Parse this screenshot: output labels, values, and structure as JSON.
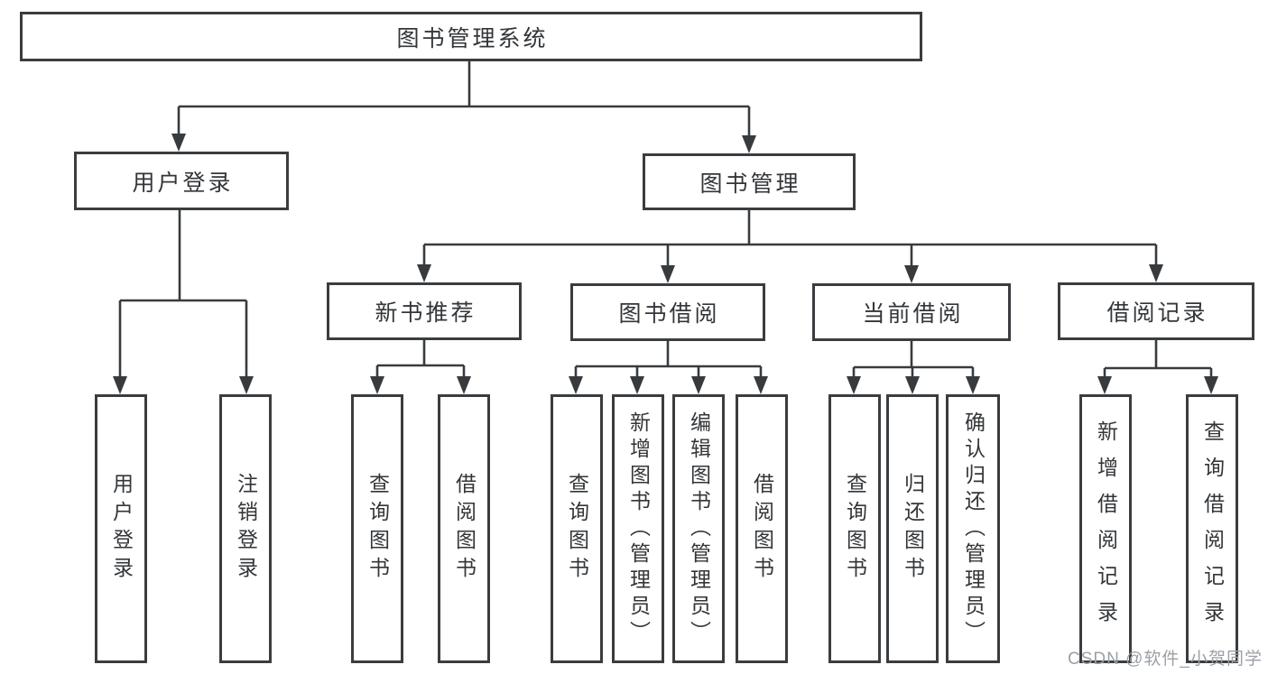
{
  "watermark": {
    "text": "CSDN @软件_小贺同学"
  },
  "colors": {
    "line": "#383b3e",
    "text": "#333639",
    "background": "#ffffff",
    "watermark": "#9ba0a6"
  },
  "tree": {
    "root": {
      "label": "图书管理系统"
    },
    "level2": [
      {
        "id": "user-login",
        "label": "用户登录",
        "parent": "图书管理系统"
      },
      {
        "id": "book-management",
        "label": "图书管理",
        "parent": "图书管理系统"
      }
    ],
    "level3": [
      {
        "id": "new-book-recommend",
        "label": "新书推荐",
        "parent": "图书管理"
      },
      {
        "id": "book-borrowing",
        "label": "图书借阅",
        "parent": "图书管理"
      },
      {
        "id": "current-borrowing",
        "label": "当前借阅",
        "parent": "图书管理"
      },
      {
        "id": "borrowing-records",
        "label": "借阅记录",
        "parent": "图书管理"
      }
    ],
    "leaves": [
      {
        "id": "leaf-user-login",
        "label": "用户登录",
        "parent": "用户登录"
      },
      {
        "id": "leaf-logout",
        "label": "注销登录",
        "parent": "用户登录"
      },
      {
        "id": "leaf-query-books-recommend",
        "label": "查询图书",
        "parent": "新书推荐"
      },
      {
        "id": "leaf-borrow-books-recommend",
        "label": "借阅图书",
        "parent": "新书推荐"
      },
      {
        "id": "leaf-query-books-borrowing",
        "label": "查询图书",
        "parent": "图书借阅"
      },
      {
        "id": "leaf-add-books-admin",
        "label": "新增图书（管理员）",
        "parent": "图书借阅"
      },
      {
        "id": "leaf-edit-books-admin",
        "label": "编辑图书（管理员）",
        "parent": "图书借阅"
      },
      {
        "id": "leaf-borrow-books-borrowing",
        "label": "借阅图书",
        "parent": "图书借阅"
      },
      {
        "id": "leaf-query-books-current",
        "label": "查询图书",
        "parent": "当前借阅"
      },
      {
        "id": "leaf-return-books",
        "label": "归还图书",
        "parent": "当前借阅"
      },
      {
        "id": "leaf-confirm-return-admin",
        "label": "确认归还（管理员）",
        "parent": "当前借阅"
      },
      {
        "id": "leaf-add-borrow-record",
        "label": "新增借阅记录",
        "parent": "借阅记录"
      },
      {
        "id": "leaf-query-borrow-record",
        "label": "查询借阅记录",
        "parent": "借阅记录"
      }
    ]
  }
}
